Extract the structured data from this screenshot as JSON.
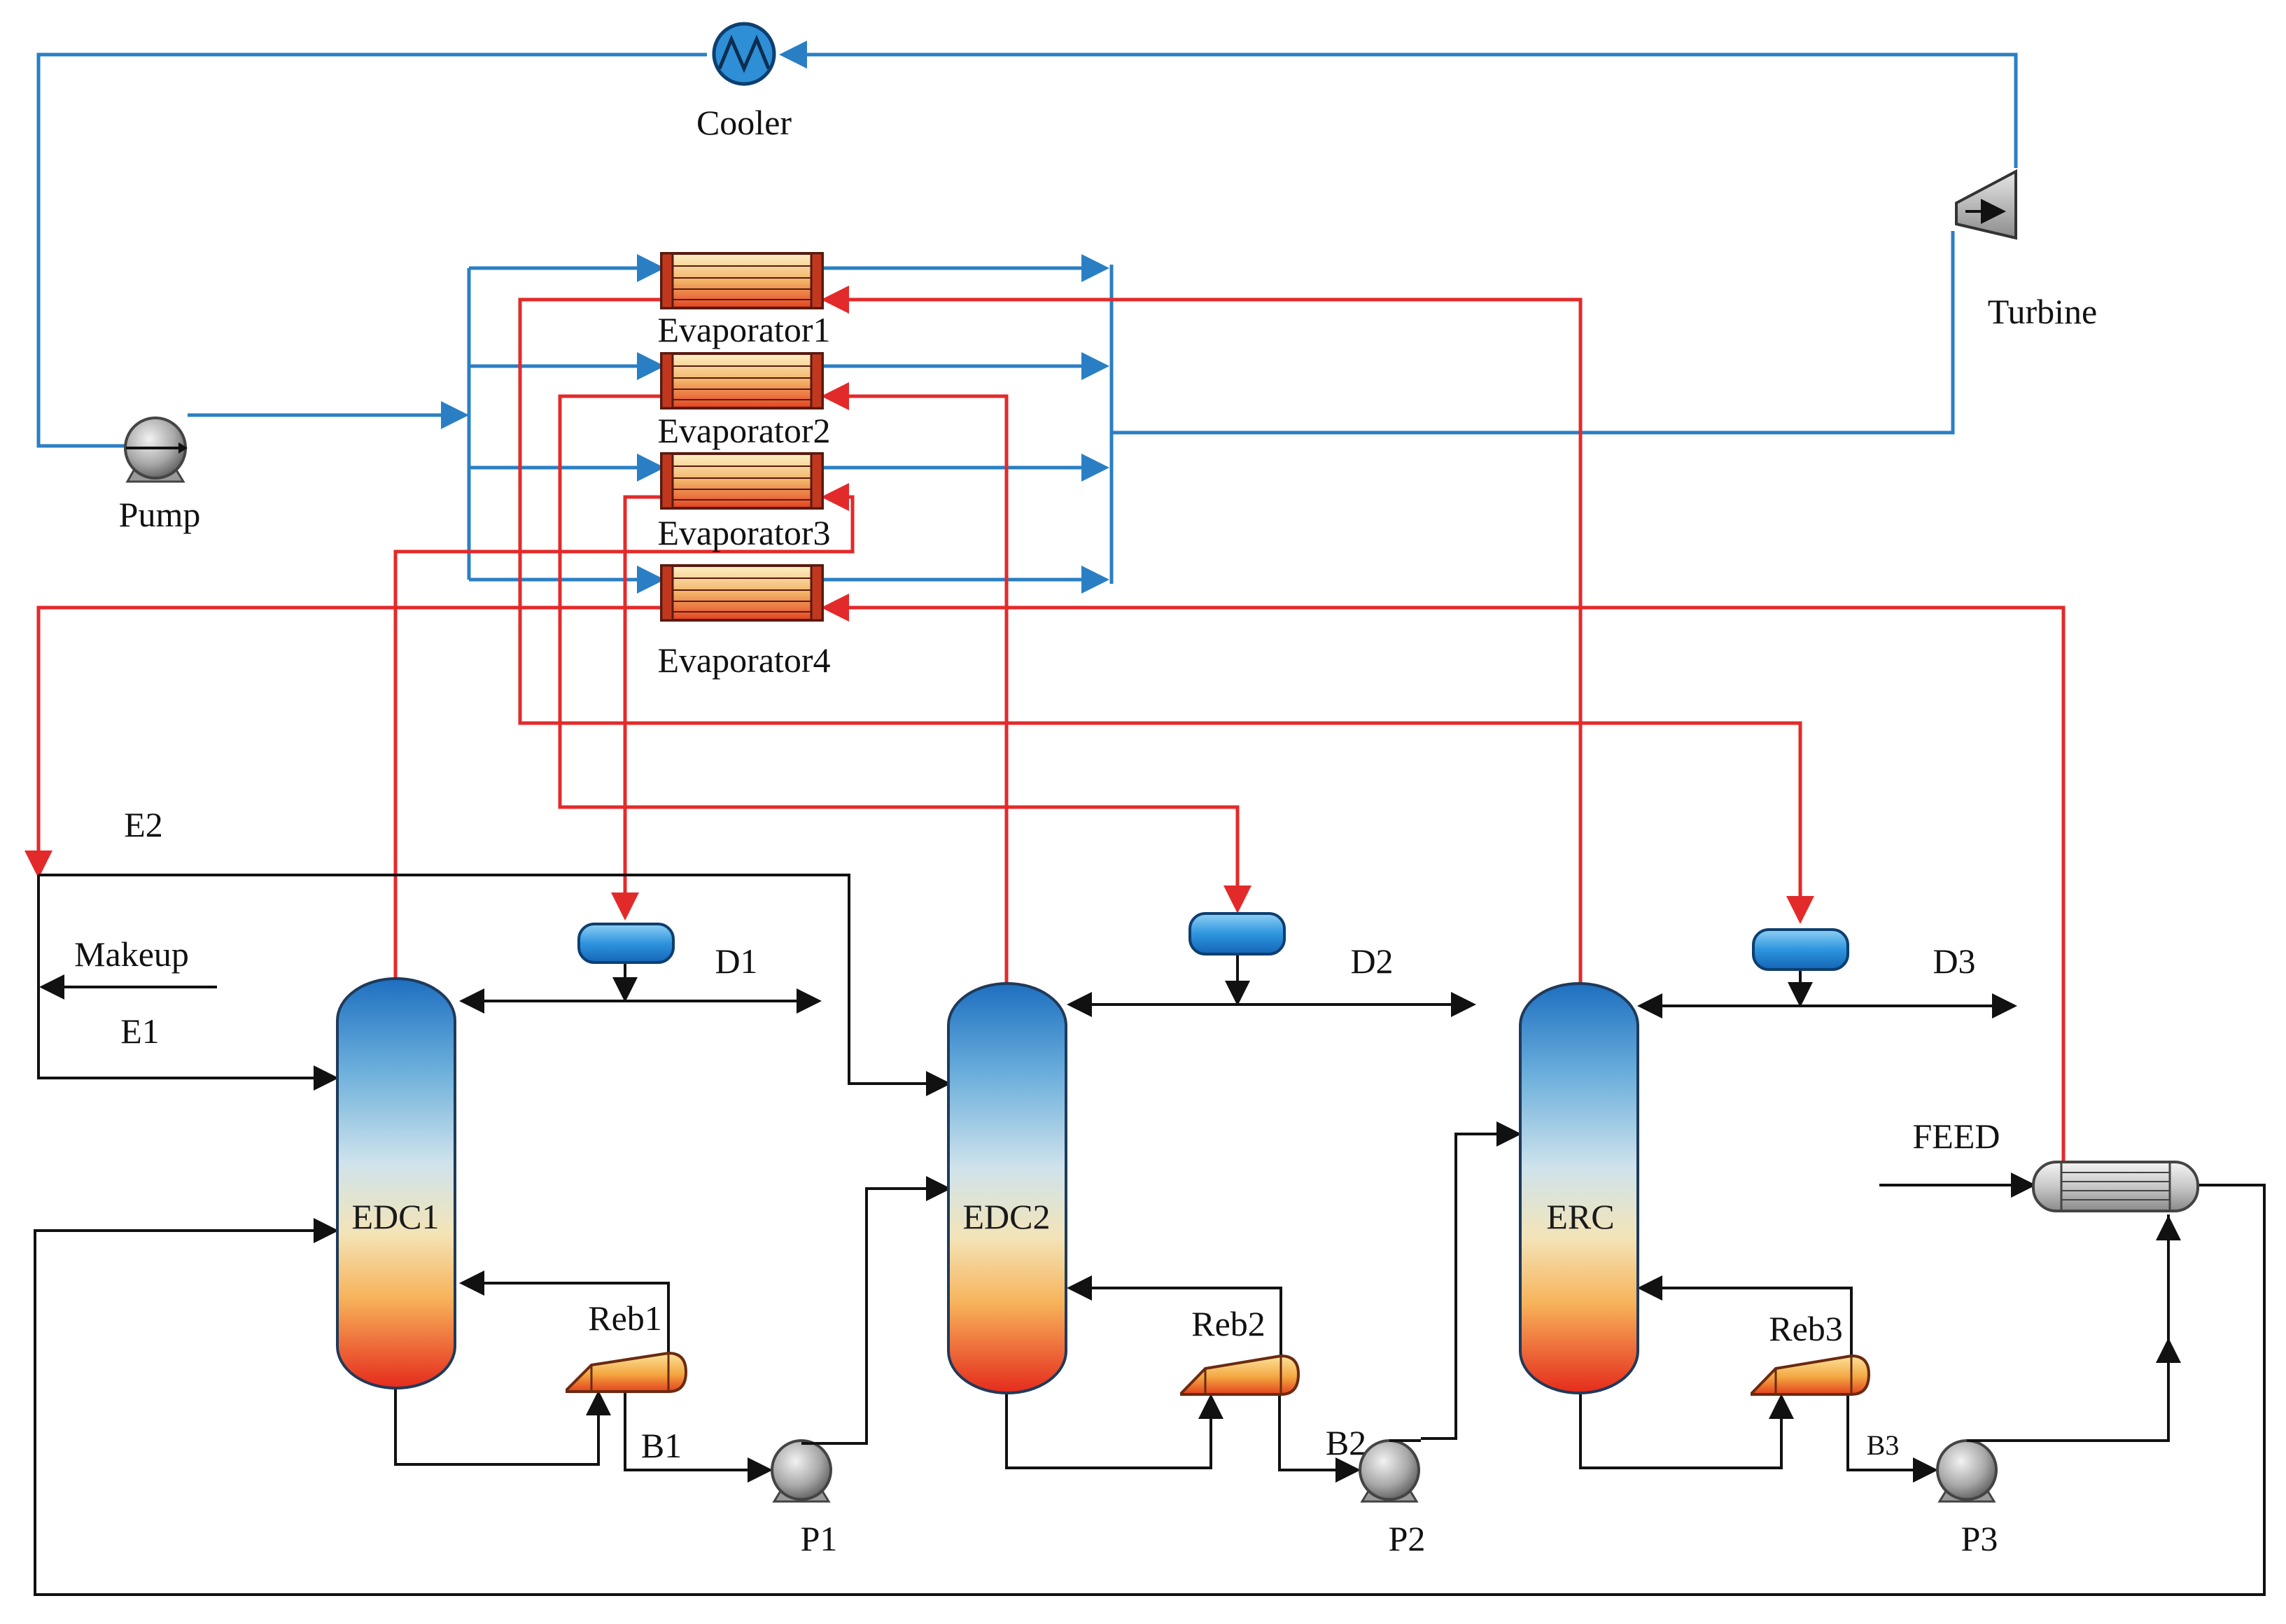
{
  "labels": {
    "cooler": "Cooler",
    "turbine": "Turbine",
    "pump": "Pump",
    "evaporator1": "Evaporator1",
    "evaporator2": "Evaporator2",
    "evaporator3": "Evaporator3",
    "evaporator4": "Evaporator4",
    "e2": "E2",
    "makeup": "Makeup",
    "e1": "E1",
    "edc1": "EDC1",
    "edc2": "EDC2",
    "erc": "ERC",
    "d1": "D1",
    "d2": "D2",
    "d3": "D3",
    "reb1": "Reb1",
    "reb2": "Reb2",
    "reb3": "Reb3",
    "b1": "B1",
    "b2": "B2",
    "b3": "B3",
    "p1": "P1",
    "p2": "P2",
    "p3": "P3",
    "feed": "FEED"
  },
  "colors": {
    "orc_loop": "#2a7fc4",
    "hot_stream": "#e32a2a",
    "process_stream": "#111111"
  }
}
